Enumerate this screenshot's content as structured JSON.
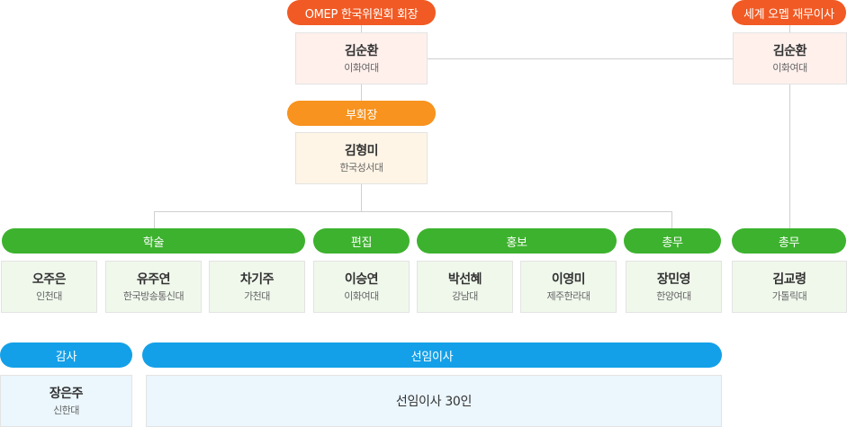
{
  "chair": {
    "title": "OMEP 한국위원회 회장",
    "name": "김순환",
    "affiliation": "이화여대"
  },
  "world_director": {
    "title": "세계 오멥 재무이사",
    "name": "김순환",
    "affiliation": "이화여대"
  },
  "vice_chair": {
    "title": "부회장",
    "name": "김형미",
    "affiliation": "한국성서대"
  },
  "committees": {
    "academic": {
      "label": "학술",
      "members": [
        {
          "name": "오주은",
          "affiliation": "인천대"
        },
        {
          "name": "유주연",
          "affiliation": "한국방송통신대"
        },
        {
          "name": "차기주",
          "affiliation": "가천대"
        }
      ]
    },
    "editorial": {
      "label": "편집",
      "members": [
        {
          "name": "이승연",
          "affiliation": "이화여대"
        }
      ]
    },
    "pr": {
      "label": "홍보",
      "members": [
        {
          "name": "박선혜",
          "affiliation": "강남대"
        },
        {
          "name": "이영미",
          "affiliation": "제주한라대"
        }
      ]
    },
    "general": {
      "label": "총무",
      "members": [
        {
          "name": "장민영",
          "affiliation": "한양여대"
        }
      ]
    },
    "world_general": {
      "label": "총무",
      "members": [
        {
          "name": "김교령",
          "affiliation": "가톨릭대"
        }
      ]
    }
  },
  "auditor": {
    "label": "감사",
    "name": "장은주",
    "affiliation": "신한대"
  },
  "elected": {
    "label": "선임이사",
    "text": "선임이사 30인"
  },
  "colors": {
    "chair": "#f15a24",
    "vice": "#f7931e",
    "committee": "#3db22e",
    "bottom": "#14a0e8",
    "chair_fill": "#fff0ec",
    "vice_fill": "#fff5e6",
    "committee_fill": "#f0f8ec",
    "bottom_fill": "#ebf6fd",
    "line": "#cfcfcf"
  }
}
